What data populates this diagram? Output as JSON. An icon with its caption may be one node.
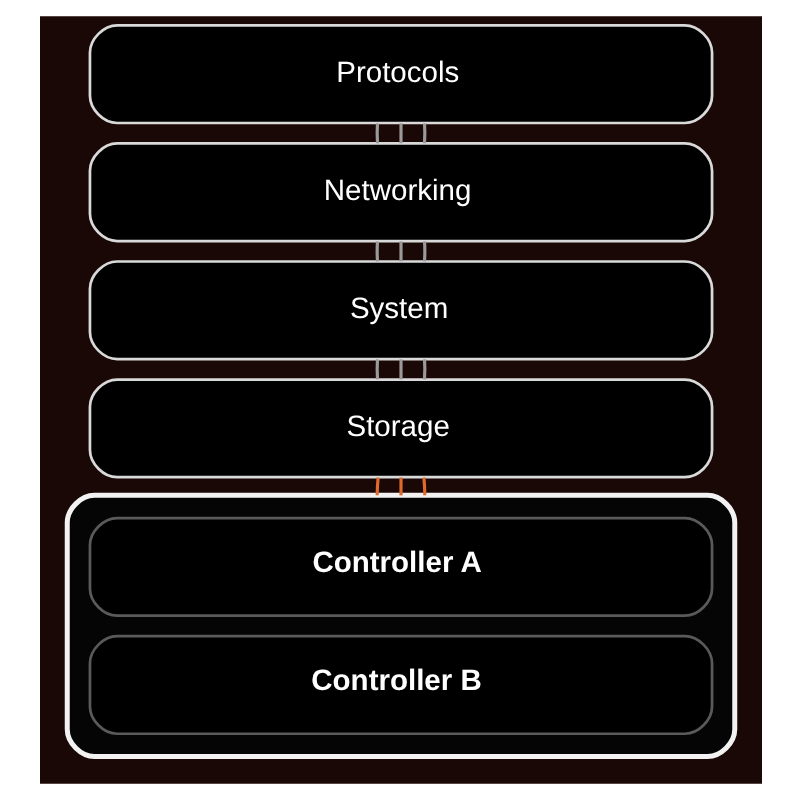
{
  "diagram": {
    "nodes": [
      {
        "text": [
          "Protocols"
        ]
      },
      {
        "text": [
          "Networking"
        ]
      },
      {
        "text": [
          "System"
        ]
      },
      {
        "text": [
          "Storage"
        ]
      },
      {
        "text": [],
        "shape": "box"
      },
      {
        "text": [
          "Controller A"
        ],
        "in": 4
      },
      {
        "text": [
          "Controller B"
        ],
        "in": 4
      }
    ],
    "edges": [
      {
        "from": 0,
        "to": 1,
        "arrow": "none"
      },
      {
        "from": 0,
        "to": 1,
        "arrow": "none"
      },
      {
        "from": 0,
        "to": 1,
        "arrow": "none"
      },
      {
        "from": 1,
        "to": 2,
        "arrow": "none"
      },
      {
        "from": 1,
        "to": 2,
        "arrow": "none"
      },
      {
        "from": 1,
        "to": 2,
        "arrow": "none"
      },
      {
        "from": 2,
        "to": 3,
        "arrow": "none"
      },
      {
        "from": 2,
        "to": 3,
        "arrow": "none"
      },
      {
        "from": 2,
        "to": 3,
        "arrow": "none"
      },
      {
        "from": 3,
        "to": 4,
        "arrow": "none",
        "color": "#e0692c"
      },
      {
        "from": 3,
        "to": 4,
        "arrow": "none",
        "color": "#e0692c"
      },
      {
        "from": 3,
        "to": 4,
        "arrow": "none",
        "color": "#e0692c"
      }
    ]
  }
}
